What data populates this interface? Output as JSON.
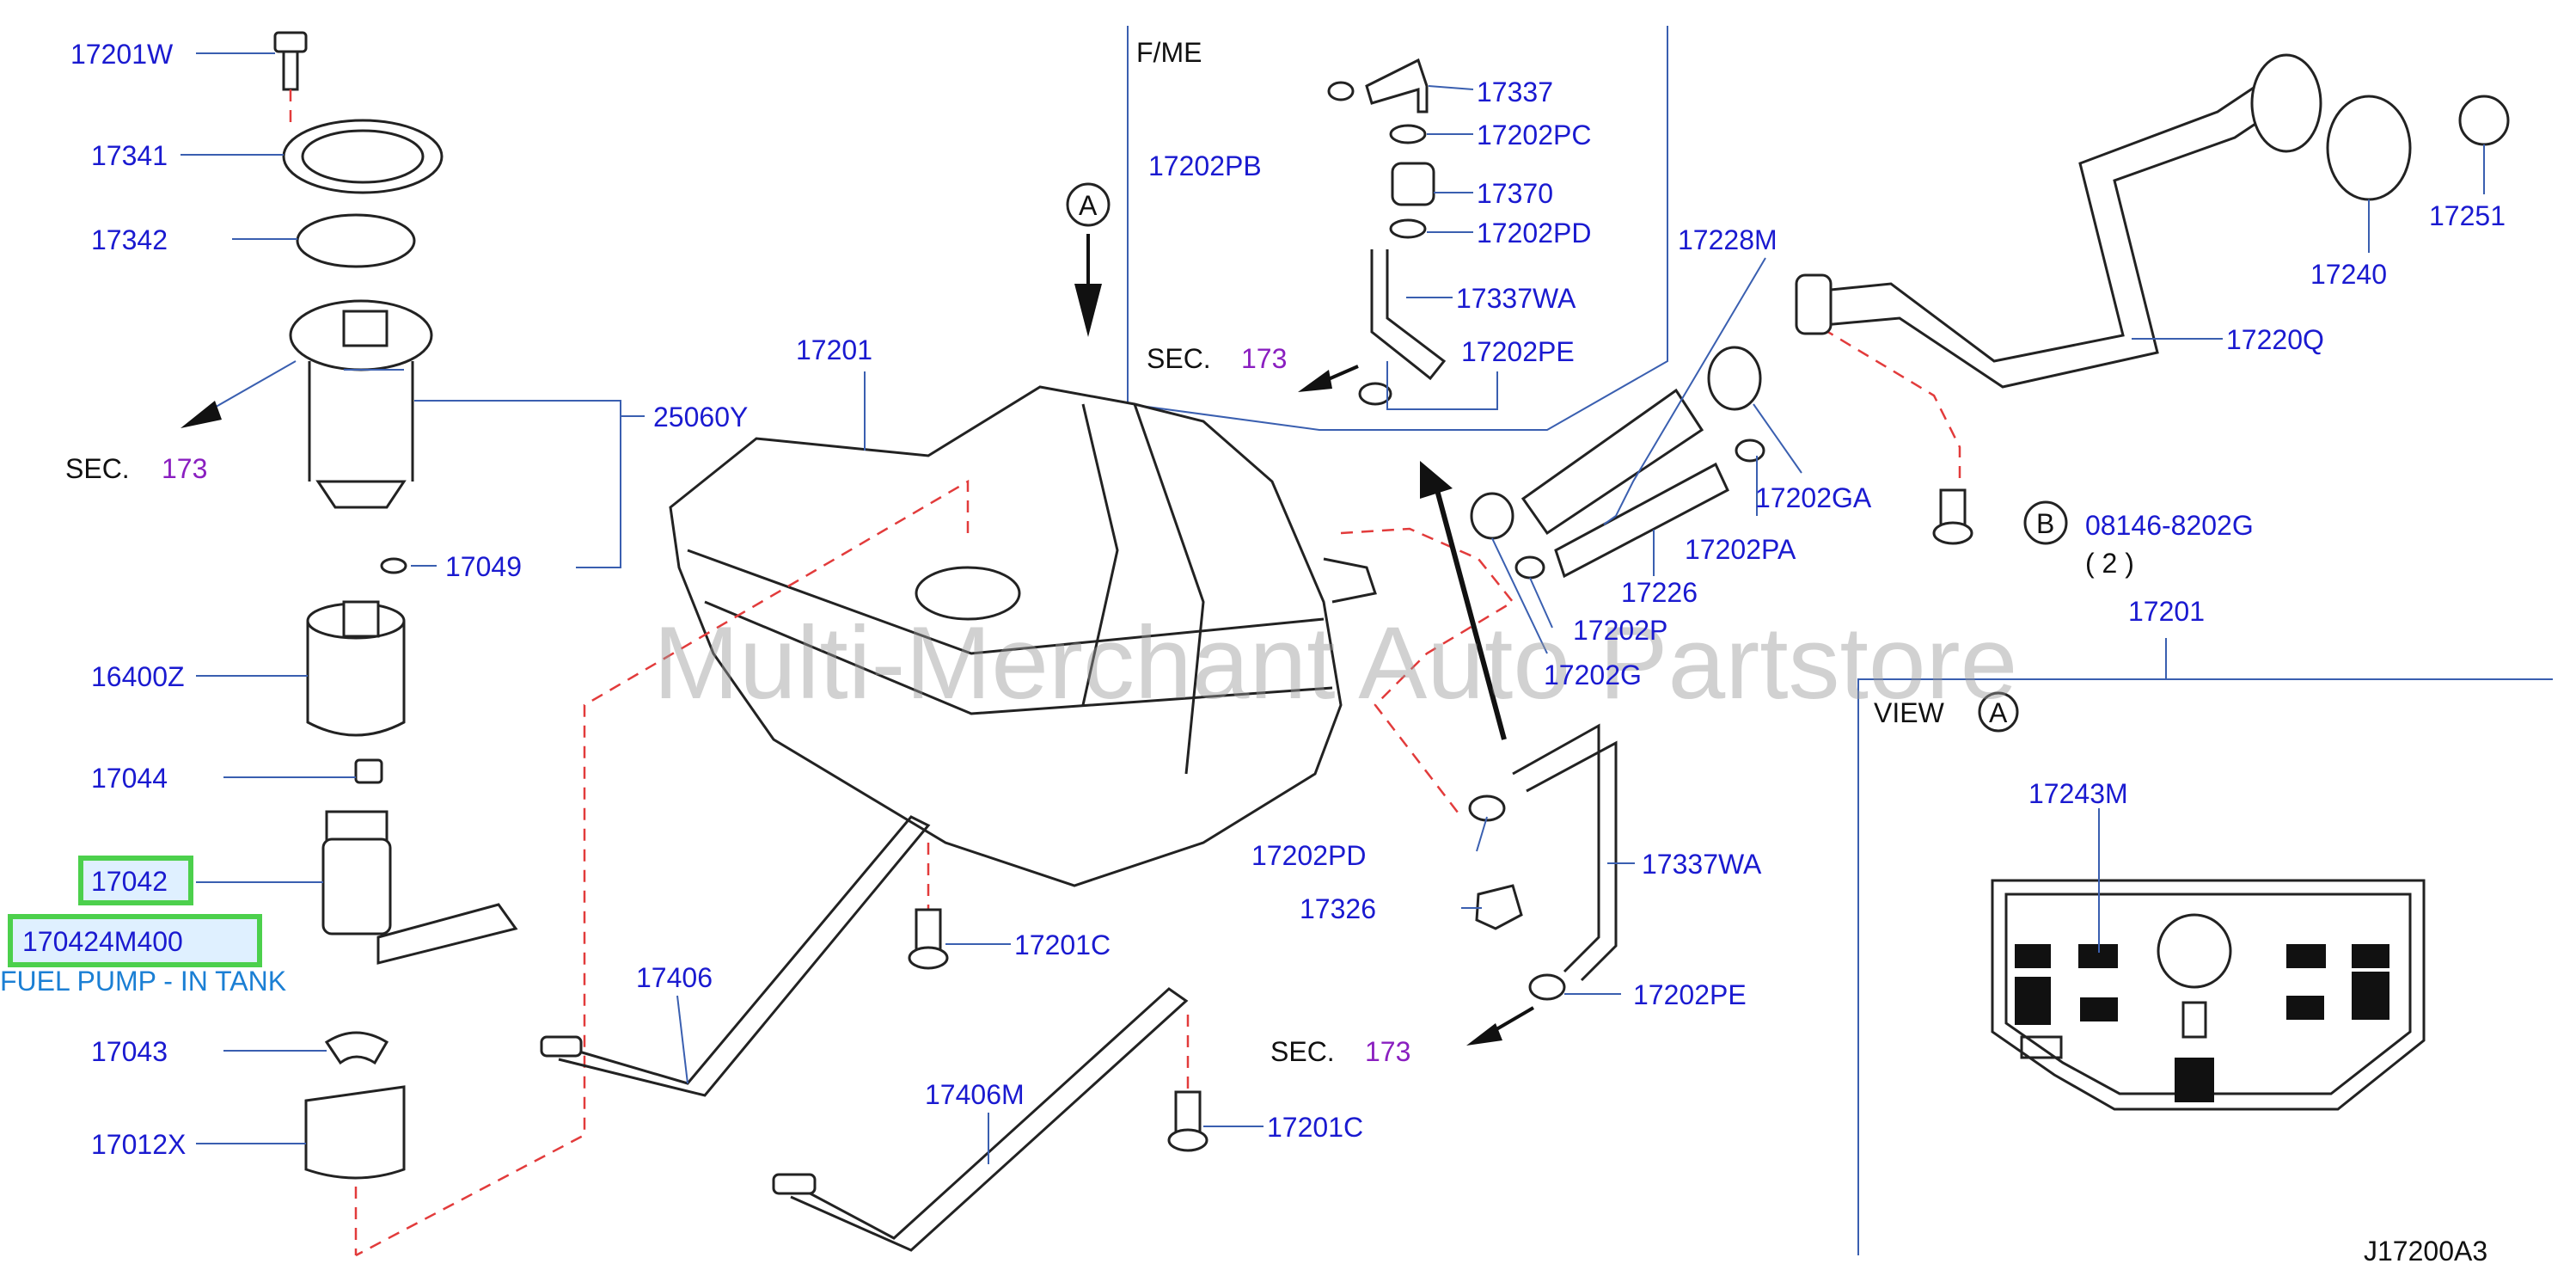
{
  "inset_label": "F/ME",
  "view_label": "VIEW",
  "view_letter": "A",
  "arrow_letter": "A",
  "bolt_letter": "B",
  "sec_prefix": "SEC.",
  "sec_number": "173",
  "diagram_code": "J17200A3",
  "watermark": "Multi-Merchant Auto Partstore",
  "highlight_part": "17042",
  "highlight_alt": "170424M400",
  "highlight_caption": "FUEL PUMP - IN TANK",
  "bolt_part": "08146-8202G",
  "bolt_qty": "( 2 )",
  "parts": {
    "p17201W": "17201W",
    "p17341": "17341",
    "p17342": "17342",
    "p25060Y": "25060Y",
    "p17049": "17049",
    "p16400Z": "16400Z",
    "p17044": "17044",
    "p17043": "17043",
    "p17012X": "17012X",
    "p17201": "17201",
    "p17201b": "17201",
    "p17406": "17406",
    "p17406M": "17406M",
    "p17201C_a": "17201C",
    "p17201C_b": "17201C",
    "p17337": "17337",
    "p17202PC": "17202PC",
    "p17202PB": "17202PB",
    "p17370": "17370",
    "p17202PD_a": "17202PD",
    "p17337WA_a": "17337WA",
    "p17202PE_a": "17202PE",
    "p17228M": "17228M",
    "p17226": "17226",
    "p17202PA": "17202PA",
    "p17202GA": "17202GA",
    "p17202P": "17202P",
    "p17202G": "17202G",
    "p17220Q": "17220Q",
    "p17240": "17240",
    "p17251": "17251",
    "p17202PD_b": "17202PD",
    "p17337WA_b": "17337WA",
    "p17326": "17326",
    "p17202PE_b": "17202PE",
    "p17243M": "17243M"
  }
}
